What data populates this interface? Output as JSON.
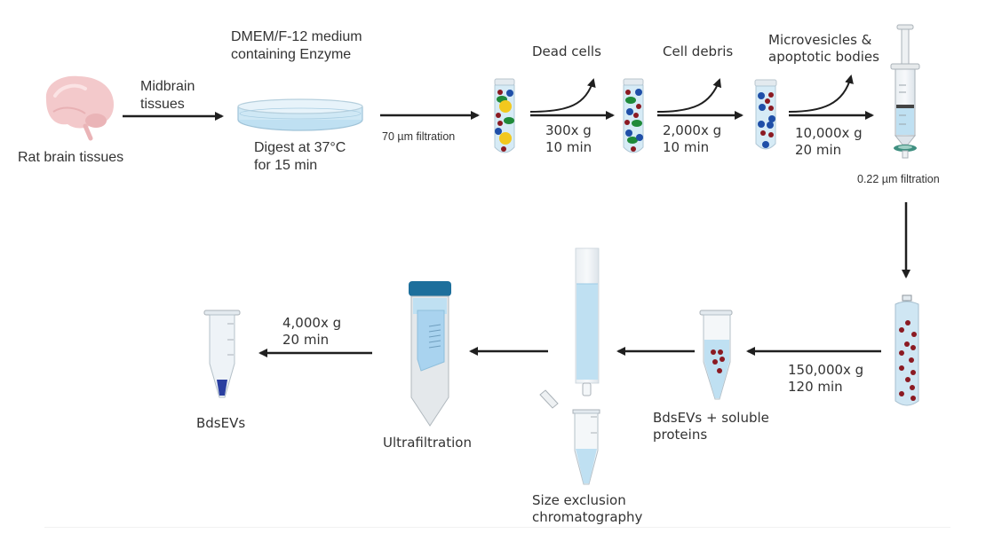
{
  "diagram": {
    "title": "Brain-derived small extracellular vesicle (BdsEV) isolation workflow",
    "colors": {
      "arrow": "#1f1f1f",
      "liquid": "#bfe0f2",
      "brain": "#f3c9cb",
      "rbc": "#8b1a22",
      "blue_particle": "#1f4fa8",
      "green_particle": "#1f8a3a",
      "yellow_particle": "#f2c81e",
      "filter_ring": "#3f8f80",
      "cap": "#1d6f9c",
      "pellet": "#2a3fa0"
    },
    "steps": {
      "source": {
        "label": "Rat brain tissues",
        "icon": "brain-icon"
      },
      "to_dish": {
        "label": "Midbrain\ntissues"
      },
      "dish": {
        "top_label": "DMEM/F-12 medium\ncontaining Enzyme",
        "bottom_label": "Digest at 37°C\nfor 15 min",
        "icon": "petri-dish-icon"
      },
      "filtration1": {
        "label": "70 µm filtration"
      },
      "spin1": {
        "condition": "300x g\n10 min",
        "removed": "Dead cells"
      },
      "spin2": {
        "condition": "2,000x g\n10 min",
        "removed": "Cell debris"
      },
      "spin3": {
        "condition": "10,000x g\n20 min",
        "removed": "Microvesicles &\napoptotic bodies"
      },
      "filtration2": {
        "label": "0.22 µm filtration",
        "icon": "syringe-filter-icon"
      },
      "ultracentrifuge": {
        "condition": "150,000x g\n120 min",
        "icon": "ultracentrifuge-tube-icon"
      },
      "crude_pellet": {
        "label": "BdsEVs + soluble\nproteins",
        "icon": "microtube-icon"
      },
      "sec": {
        "label": "Size exclusion\nchromatography",
        "icon": "sec-column-icon"
      },
      "ultrafiltration": {
        "label": "Ultrafiltration",
        "icon": "ultrafiltration-tube-icon"
      },
      "final_spin": {
        "condition": "4,000x g\n20 min"
      },
      "product": {
        "label": "BdsEVs",
        "icon": "microtube-pellet-icon"
      }
    }
  }
}
